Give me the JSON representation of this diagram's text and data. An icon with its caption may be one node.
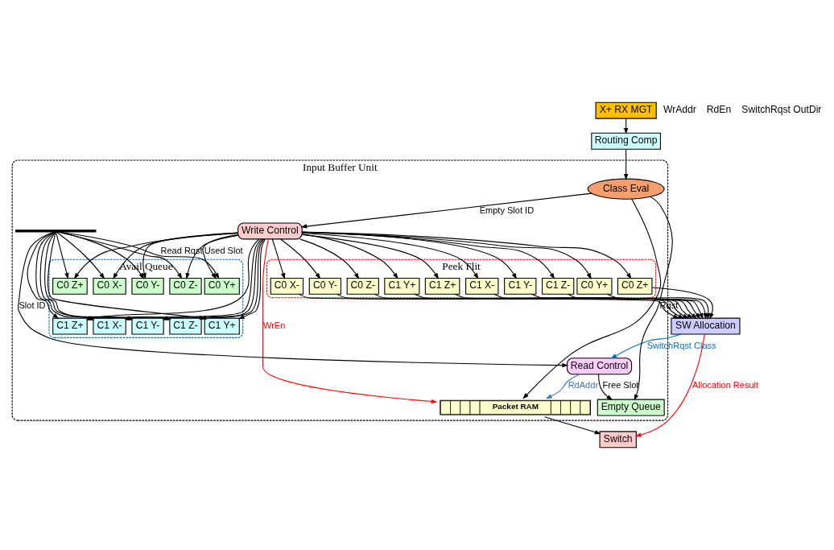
{
  "diagram": {
    "nodes": [
      {
        "text": [
          "X+ RX MGT"
        ]
      },
      {
        "text": [
          "Routing Comp"
        ]
      },
      {
        "text": [
          "SW Allocation"
        ]
      },
      {
        "text": [
          "Input Buffer Unit"
        ]
      },
      {
        "text": [
          "Class Eval"
        ],
        "in": 3
      },
      {
        "text": [
          "Peek Flit"
        ],
        "in": 3
      },
      {
        "text": [
          "C0 Y+"
        ],
        "in": 5
      },
      {
        "text": [
          "C0 Z+"
        ],
        "in": 5
      },
      {
        "text": [
          "C0 X-"
        ],
        "in": 5
      },
      {
        "text": [
          "C0 Y-"
        ],
        "in": 5
      },
      {
        "text": [
          "C0 Z-"
        ],
        "in": 5
      },
      {
        "text": [
          "C1 Y+"
        ],
        "in": 5
      },
      {
        "text": [
          "C1 Z+"
        ],
        "in": 5
      },
      {
        "text": [
          "C1 X-"
        ],
        "in": 5
      },
      {
        "text": [
          "C1 Y-"
        ],
        "in": 5
      },
      {
        "text": [
          "C1 Z-"
        ],
        "in": 5
      },
      {
        "text": [
          "Avail Queue"
        ],
        "in": 3
      },
      {
        "text": [
          "C0 Y+"
        ],
        "in": 16
      },
      {
        "text": [
          "C0 Z+"
        ],
        "in": 16
      },
      {
        "text": [
          "C0 X-"
        ],
        "in": 16
      },
      {
        "text": [
          "C0 Y-"
        ],
        "in": 16
      },
      {
        "text": [
          "C0 Z-"
        ],
        "in": 16
      },
      {
        "text": [
          "C1 Y+"
        ],
        "in": 16
      },
      {
        "text": [
          "C1 Z+"
        ],
        "in": 16
      },
      {
        "text": [
          "C1 X-"
        ],
        "in": 16
      },
      {
        "text": [
          "C1 Y-"
        ],
        "in": 16
      },
      {
        "text": [
          "C1 Z-"
        ],
        "in": 16
      },
      {
        "text": [
          "Write Control"
        ],
        "in": 3
      },
      {
        "text": [
          "Packet RAM"
        ],
        "in": 3
      },
      {
        "text": [
          "Empty Queue"
        ],
        "in": 3
      },
      {
        "text": [
          "Read Control"
        ],
        "in": 3
      },
      {
        "text": [
          "Switch"
        ]
      },
      {
        "text": [],
        "shape": "bar",
        "in": 3
      }
    ],
    "edges": [
      {
        "from": 0,
        "to": 1,
        "arrow": "to"
      },
      {
        "from": 1,
        "to": 4,
        "arrow": "to"
      },
      {
        "from": 4,
        "to": 28,
        "arrow": "to"
      },
      {
        "from": 4,
        "to": 27,
        "arrow": "to",
        "label": "Empty Slot ID"
      },
      {
        "from": 4,
        "to": 29,
        "arrow": "to",
        "label": "Rqst"
      },
      {
        "from": 27,
        "to": 6,
        "arrow": "to"
      },
      {
        "from": 27,
        "to": 7,
        "arrow": "to"
      },
      {
        "from": 27,
        "to": 8,
        "arrow": "to"
      },
      {
        "from": 27,
        "to": 9,
        "arrow": "to"
      },
      {
        "from": 27,
        "to": 10,
        "arrow": "to"
      },
      {
        "from": 27,
        "to": 11,
        "arrow": "to"
      },
      {
        "from": 27,
        "to": 12,
        "arrow": "to"
      },
      {
        "from": 27,
        "to": 13,
        "arrow": "to"
      },
      {
        "from": 27,
        "to": 14,
        "arrow": "to"
      },
      {
        "from": 27,
        "to": 15,
        "arrow": "to"
      },
      {
        "from": 6,
        "to": 2,
        "arrow": "to"
      },
      {
        "from": 7,
        "to": 2,
        "arrow": "to"
      },
      {
        "from": 8,
        "to": 2,
        "arrow": "to"
      },
      {
        "from": 9,
        "to": 2,
        "arrow": "to"
      },
      {
        "from": 10,
        "to": 2,
        "arrow": "to"
      },
      {
        "from": 11,
        "to": 2,
        "arrow": "to"
      },
      {
        "from": 12,
        "to": 2,
        "arrow": "to"
      },
      {
        "from": 13,
        "to": 2,
        "arrow": "to"
      },
      {
        "from": 14,
        "to": 2,
        "arrow": "to"
      },
      {
        "from": 15,
        "to": 2,
        "arrow": "to"
      },
      {
        "from": 27,
        "to": 17,
        "arrow": "to",
        "label": "Used Slot"
      },
      {
        "from": 27,
        "to": 18,
        "arrow": "to"
      },
      {
        "from": 27,
        "to": 19,
        "arrow": "to"
      },
      {
        "from": 27,
        "to": 20,
        "arrow": "to"
      },
      {
        "from": 27,
        "to": 21,
        "arrow": "to"
      },
      {
        "from": 27,
        "to": 22,
        "arrow": "to"
      },
      {
        "from": 27,
        "to": 23,
        "arrow": "to"
      },
      {
        "from": 27,
        "to": 24,
        "arrow": "to"
      },
      {
        "from": 27,
        "to": 25,
        "arrow": "to"
      },
      {
        "from": 27,
        "to": 26,
        "arrow": "to"
      },
      {
        "from": 32,
        "to": 17,
        "arrow": "to",
        "label": "Read Rqst"
      },
      {
        "from": 32,
        "to": 18,
        "arrow": "to"
      },
      {
        "from": 32,
        "to": 19,
        "arrow": "to"
      },
      {
        "from": 32,
        "to": 20,
        "arrow": "to"
      },
      {
        "from": 32,
        "to": 21,
        "arrow": "to"
      },
      {
        "from": 32,
        "to": 22,
        "arrow": "to"
      },
      {
        "from": 32,
        "to": 23,
        "arrow": "to"
      },
      {
        "from": 32,
        "to": 24,
        "arrow": "to"
      },
      {
        "from": 32,
        "to": 25,
        "arrow": "to"
      },
      {
        "from": 32,
        "to": 26,
        "arrow": "to"
      },
      {
        "from": 32,
        "to": 30,
        "arrow": "to",
        "label": "Slot ID"
      },
      {
        "from": 27,
        "to": 28,
        "arrow": "to",
        "label": "WrEn",
        "color": "#ff0000"
      },
      {
        "from": 30,
        "to": 28,
        "arrow": "to",
        "label": "RdAddr",
        "color": "#4472c4"
      },
      {
        "from": 30,
        "to": 29,
        "arrow": "to",
        "label": "Free Slot"
      },
      {
        "from": 28,
        "to": 31,
        "arrow": "to"
      },
      {
        "from": 2,
        "to": 31,
        "arrow": "to",
        "label": "Allocation Result",
        "color": "#ff0000"
      },
      {
        "from": 2,
        "to": 30,
        "arrow": "to",
        "label": "SwitchRqst Class",
        "color": "#0070c0"
      }
    ],
    "labels": [
      "WrAddr",
      "RdEn",
      "SwitchRqst OutDir"
    ]
  }
}
